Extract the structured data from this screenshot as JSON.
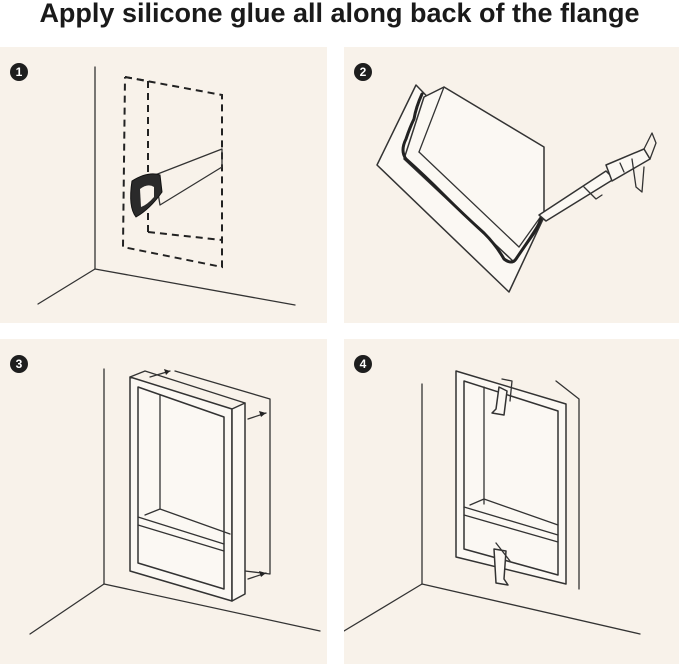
{
  "title": "Apply silicone glue all along back of the flange",
  "steps": [
    {
      "number": "1"
    },
    {
      "number": "2"
    },
    {
      "number": "3"
    },
    {
      "number": "4"
    }
  ],
  "colors": {
    "panel_background": "#f8f2ea",
    "badge": "#1e1e1e",
    "line": "#333333"
  }
}
